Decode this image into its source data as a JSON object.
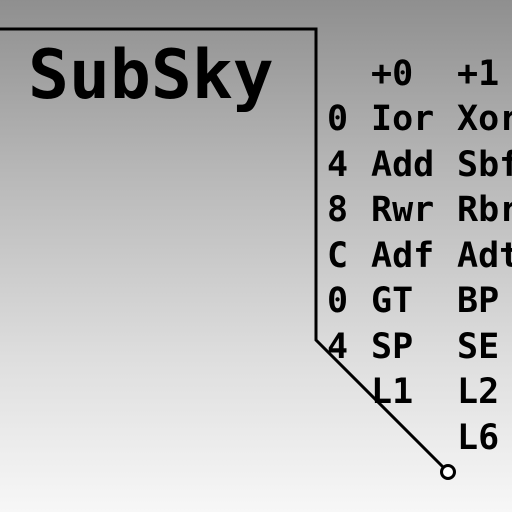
{
  "title": "SubSky",
  "columns": [
    "+0",
    "+1"
  ],
  "rows": [
    {
      "index": "0",
      "cells": [
        "Ior",
        "Xor"
      ]
    },
    {
      "index": "4",
      "cells": [
        "Add",
        "Sbf"
      ]
    },
    {
      "index": "8",
      "cells": [
        "Rwr",
        "Rbr"
      ]
    },
    {
      "index": "C",
      "cells": [
        "Adf",
        "Adt"
      ]
    },
    {
      "index": "0",
      "cells": [
        "GT",
        "BP"
      ]
    },
    {
      "index": "4",
      "cells": [
        "SP",
        "SE"
      ]
    },
    {
      "index": "",
      "cells": [
        "L1",
        "L2"
      ]
    },
    {
      "index": "",
      "cells": [
        "",
        "L6"
      ]
    }
  ],
  "colors": {
    "ink": "#000000",
    "marker_fill": "#ffffff"
  }
}
